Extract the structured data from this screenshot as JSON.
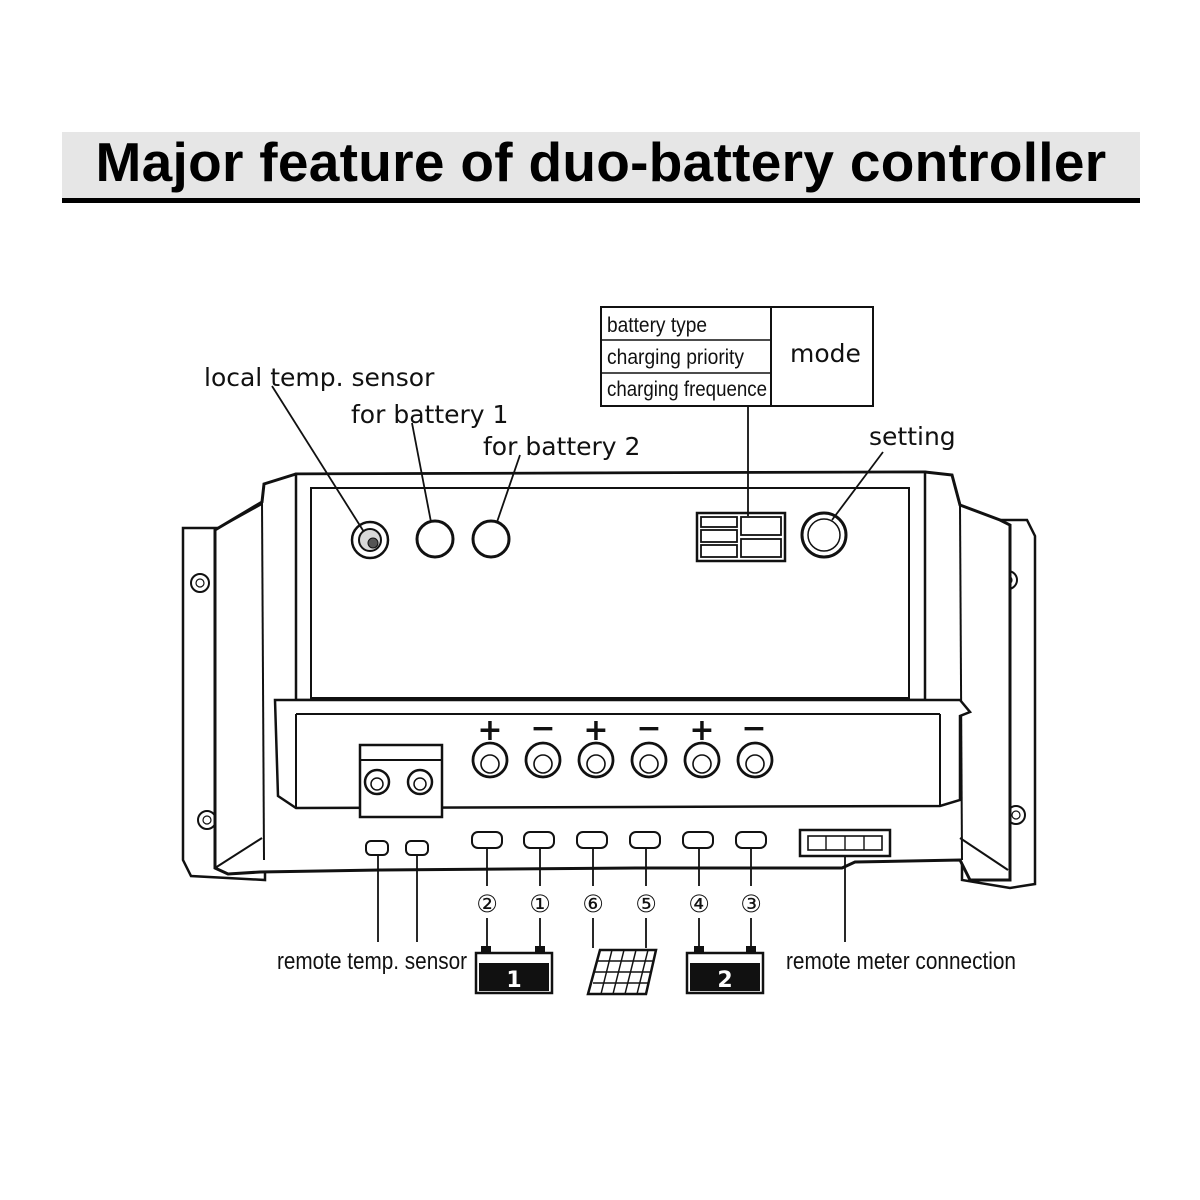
{
  "title": "Major feature of duo-battery controller",
  "mode_table": {
    "rows": [
      "battery type",
      "charging priority",
      "charging frequence"
    ],
    "mode_label": "mode"
  },
  "labels": {
    "local_temp_sensor": "local temp. sensor",
    "for_battery_1": "for battery 1",
    "for_battery_2": "for battery 2",
    "setting": "setting",
    "remote_temp_sensor": "remote temp. sensor",
    "remote_meter_connection": "remote meter connection"
  },
  "terminals": {
    "polarity": [
      "+",
      "−",
      "+",
      "−",
      "+",
      "−"
    ],
    "numbers": [
      "②",
      "①",
      "⑥",
      "⑤",
      "④",
      "③"
    ]
  },
  "batteries": {
    "battery_1": "1",
    "battery_2": "2"
  },
  "icons": {
    "solar_panel": "solar-panel-icon",
    "battery": "battery-icon"
  }
}
